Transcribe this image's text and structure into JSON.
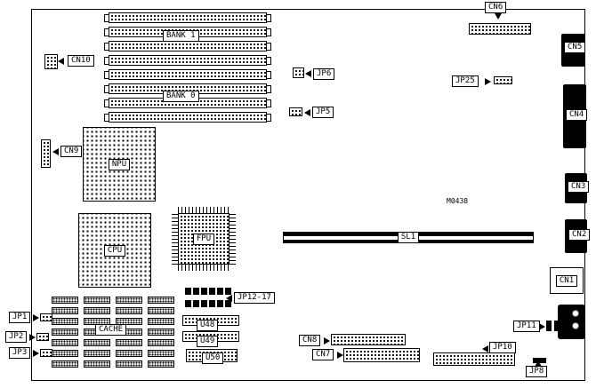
{
  "labels": {
    "bank1": "BANK 1",
    "bank0": "BANK 0",
    "cn1": "CN1",
    "cn2": "CN2",
    "cn3": "CN3",
    "cn4": "CN4",
    "cn5": "CN5",
    "cn6": "CN6",
    "cn7": "CN7",
    "cn8": "CN8",
    "cn9": "CN9",
    "cn10": "CN10",
    "jp1": "JP1",
    "jp2": "JP2",
    "jp3": "JP3",
    "jp5": "JP5",
    "jp6": "JP6",
    "jp8": "JP8",
    "jp10": "JP10",
    "jp11": "JP11",
    "jp25": "JP25",
    "jp12_17": "JP12-17",
    "npu": "NPU",
    "cpu": "CPU",
    "fpu": "FPU",
    "sl1": "SL1",
    "cache": "CACHE",
    "u48": "U48",
    "u49": "U49",
    "u50": "U50",
    "model": "M0438"
  },
  "colors": {
    "ink": "#000000",
    "background": "#ffffff"
  }
}
